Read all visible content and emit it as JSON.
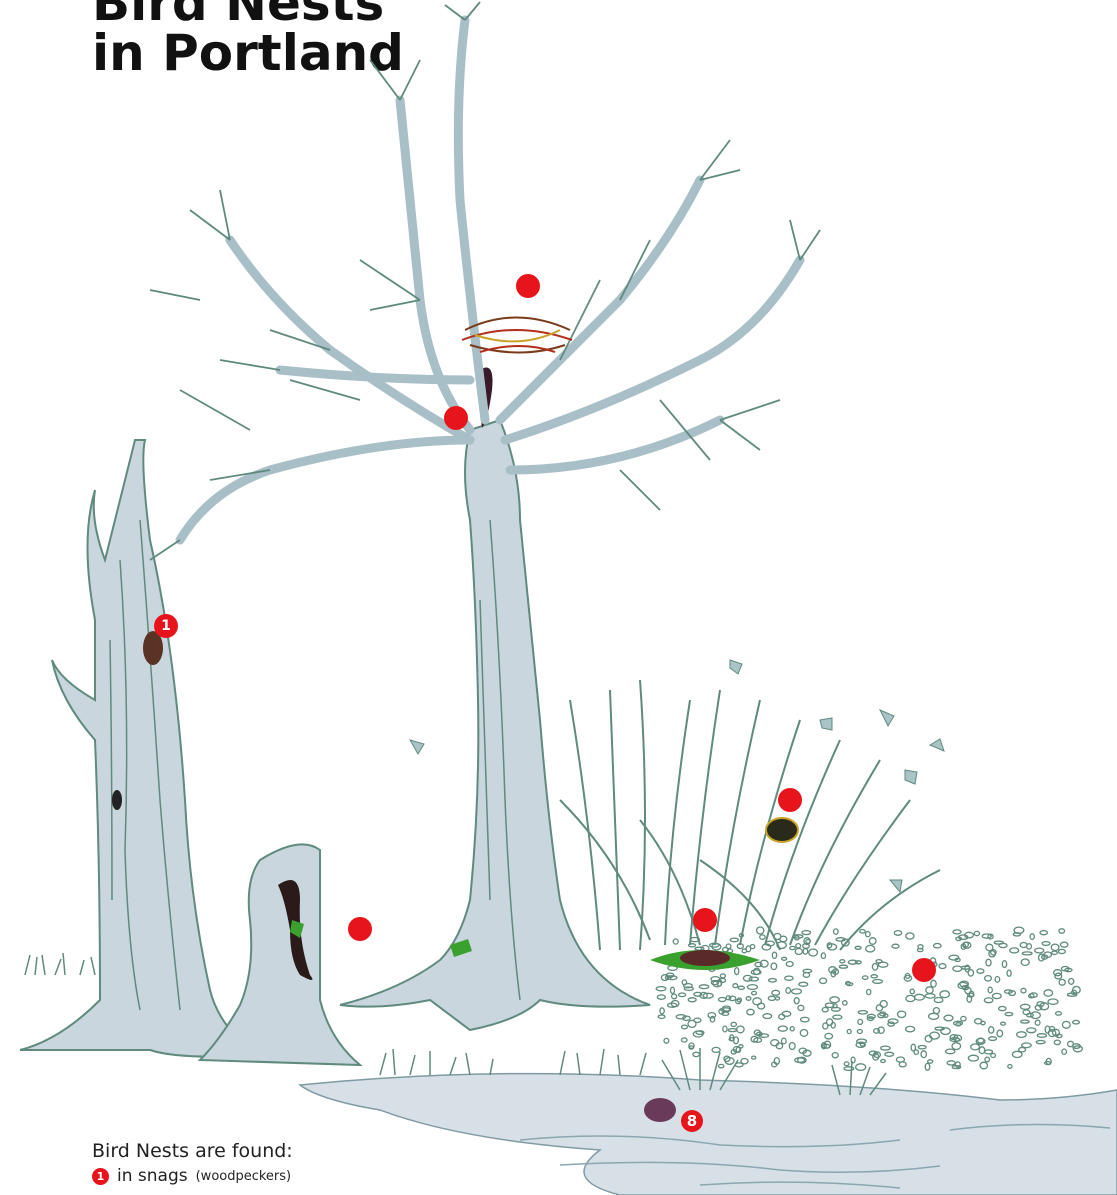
{
  "title": {
    "line1": "Bird Nests",
    "line2": "in Portland"
  },
  "colors": {
    "trunk_fill": "#c9d6de",
    "trunk_stroke": "#5f8a7d",
    "branch": "#5f8a7d",
    "marker": "#e8141c",
    "water": "#d7e0e6",
    "nest_brown": "#7a3b1b",
    "nest_red": "#b2301b",
    "leaf_green": "#3aa02e"
  },
  "markers": [
    {
      "id": "marker-crown",
      "label": ""
    },
    {
      "id": "marker-cavity-upper",
      "label": ""
    },
    {
      "id": "marker-snag",
      "label": "1"
    },
    {
      "id": "marker-stump",
      "label": ""
    },
    {
      "id": "marker-shrub",
      "label": ""
    },
    {
      "id": "marker-ground-nest",
      "label": ""
    },
    {
      "id": "marker-brushpile",
      "label": ""
    },
    {
      "id": "marker-water",
      "label": "8"
    }
  ],
  "legend": {
    "heading": "Bird Nests are found:",
    "items": [
      {
        "number": "1",
        "text": "in snags",
        "note": "(woodpeckers)"
      }
    ]
  }
}
